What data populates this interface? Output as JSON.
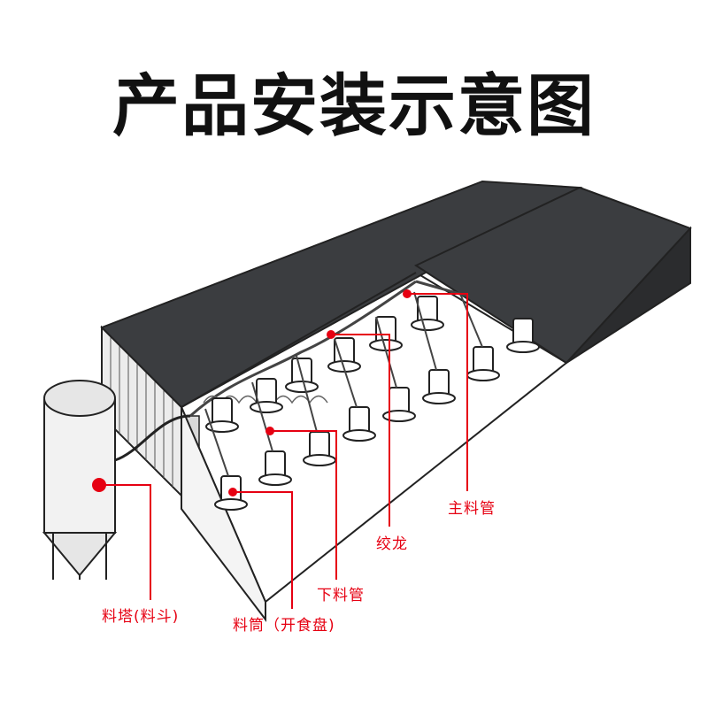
{
  "title": "产品安装示意图",
  "labels": {
    "silo": "料塔(料斗)",
    "feeder_pan": "料筒（开食盘)",
    "drop_tube": "下料管",
    "auger": "绞龙",
    "main_pipe": "主料管"
  },
  "colors": {
    "accent": "#e60012",
    "roof": "#3b3d40",
    "outline": "#222222"
  }
}
